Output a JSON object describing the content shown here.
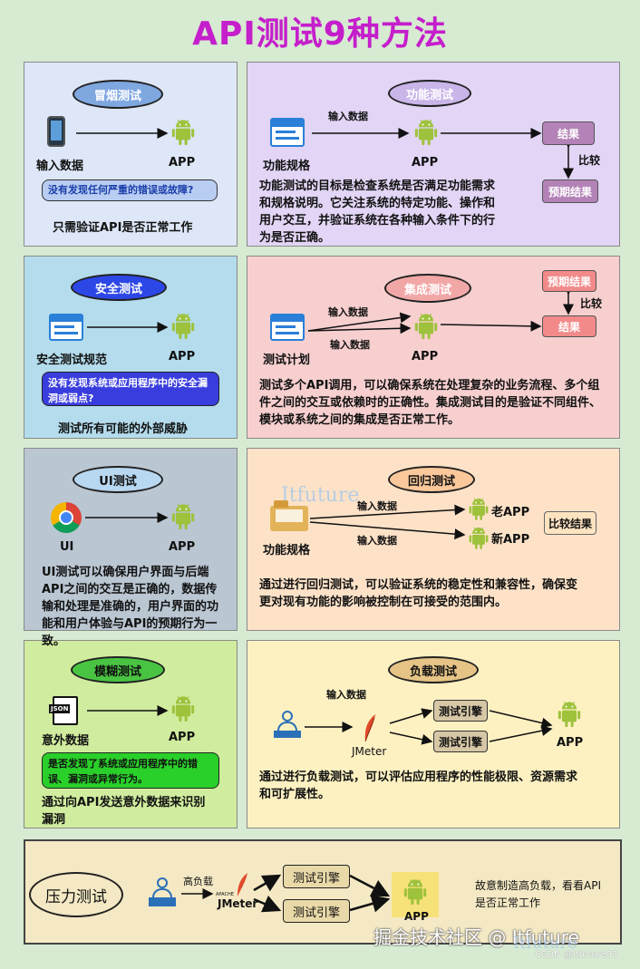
{
  "title": "API测试9种方法",
  "smoke": {
    "cloud": "冒烟测试",
    "input": "输入数据",
    "app": "APP",
    "note": "没有发现任何严重的错误或故障?",
    "desc": "只需验证API是否正常工作"
  },
  "functional": {
    "cloud": "功能测试",
    "arrow_label": "输入数据",
    "spec": "功能规格",
    "app": "APP",
    "result": "结果",
    "expected": "预期结果",
    "compare": "比较",
    "desc": "功能测试的目标是检查系统是否满足功能需求和规格说明。它关注系统的特定功能、操作和用户交互，并验证系统在各种输入条件下的行为是否正确。"
  },
  "security": {
    "cloud": "安全测试",
    "spec": "安全测试规范",
    "app": "APP",
    "note": "没有发现系统或应用程序中的安全漏洞或弱点?",
    "desc": "测试所有可能的外部威胁"
  },
  "integration": {
    "cloud": "集成测试",
    "arrow1": "输入数据",
    "arrow2": "输入数据",
    "plan": "测试计划",
    "app": "APP",
    "expected": "预期结果",
    "result": "结果",
    "compare": "比较",
    "desc": "测试多个API调用，可以确保系统在处理复杂的业务流程、多个组件之间的交互或依赖时的正确性。集成测试目的是验证不同组件、模块或系统之间的集成是否正常工作。"
  },
  "ui": {
    "cloud": "UI测试",
    "label": "UI",
    "app": "APP",
    "desc": "UI测试可以确保用户界面与后端API之间的交互是正确的，数据传输和处理是准确的，用户界面的功能和用户体验与API的预期行为一致。"
  },
  "regression": {
    "cloud": "回归测试",
    "watermark": "Itfuture",
    "arrow1": "输入数据",
    "arrow2": "输入数据",
    "spec": "功能规格",
    "old_app": "老APP",
    "new_app": "新APP",
    "compare": "比较结果",
    "desc": "通过进行回归测试，可以验证系统的稳定性和兼容性，确保变更对现有功能的影响被控制在可接受的范围内。"
  },
  "fuzz": {
    "cloud": "模糊测试",
    "json_icon": "JSON",
    "input": "意外数据",
    "app": "APP",
    "note": "是否发现了系统或应用程序中的错误、漏洞或异常行为。",
    "desc": "通过向API发送意外数据来识别漏洞"
  },
  "load": {
    "cloud": "负载测试",
    "arrow_label": "输入数据",
    "tool": "JMeter",
    "engine1": "测试引擎",
    "engine2": "测试引擎",
    "app": "APP",
    "desc": "通过进行负载测试，可以评估应用程序的性能极限、资源需求和可扩展性。"
  },
  "stress": {
    "cloud": "压力测试",
    "arrow_label": "高负载",
    "tool": "JMeter",
    "tool_small": "APACHE",
    "engine1": "测试引擎",
    "engine2": "测试引擎",
    "app": "APP",
    "desc": "故意制造高负载，看看API是否正常工作"
  },
  "watermark": {
    "site": "掘金技术社区 @ Itfuture",
    "csdn": "CSDN @Itfuture03",
    "faint": "Itfuture"
  },
  "colors": {
    "title": "#c51ecb",
    "android": "#9ec23c"
  }
}
